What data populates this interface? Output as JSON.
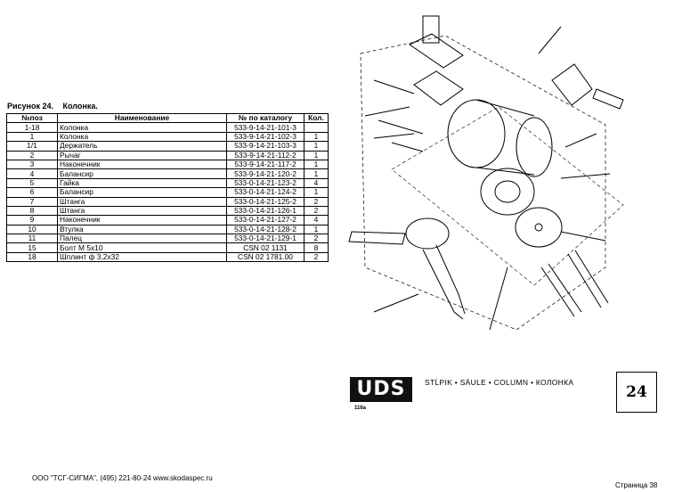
{
  "figure": {
    "number": "Рисунок 24.",
    "title": "Колонка."
  },
  "table": {
    "headers": [
      "№поз",
      "Наименование",
      "№ по каталогу",
      "Кол."
    ],
    "rows": [
      [
        "1-18",
        "Колонка",
        "533-9-14-21-101-3",
        ""
      ],
      [
        "1",
        "Колонка",
        "533-9-14-21-102-3",
        "1"
      ],
      [
        "1/1",
        "Держатель",
        "533-9-14-21-103-3",
        "1"
      ],
      [
        "2",
        "Рычаг",
        "533-9-14-21-112-2",
        "1"
      ],
      [
        "3",
        "Наконечник",
        "533-9-14-21-117-2",
        "1"
      ],
      [
        "4",
        "Балансир",
        "533-9-14-21-120-2",
        "1"
      ],
      [
        "5",
        "Гайка",
        "533-0-14-21-123-2",
        "4"
      ],
      [
        "6",
        "Балансир",
        "533-0-14-21-124-2",
        "1"
      ],
      [
        "7",
        "Штанга",
        "533-0-14-21-125-2",
        "2"
      ],
      [
        "8",
        "Штанга",
        "533-0-14-21-126-1",
        "2"
      ],
      [
        "9",
        "Наконечник",
        "533-0-14-21-127-2",
        "4"
      ],
      [
        "10",
        "Втулка",
        "533-0-14-21-128-2",
        "1"
      ],
      [
        "11",
        "Палец",
        "533-0-14-21-129-1",
        "2"
      ],
      [
        "15",
        "Болт М 5х10",
        "CSN 02 1131",
        "8"
      ],
      [
        "18",
        "Шплинт ф 3,2х32",
        "CSN 02 1781.00",
        "2"
      ]
    ]
  },
  "drawing": {
    "logo": "UDS",
    "logo_sub": "116a",
    "caption": "STĹPIK • SÄULE • COLUMN • КОЛОНКА",
    "page_box": "24"
  },
  "footer": {
    "company": "ООО \"ТСГ-СИГМА\", (495) 221-80-24 www.skodaspec.ru",
    "page": "Страница 38"
  }
}
